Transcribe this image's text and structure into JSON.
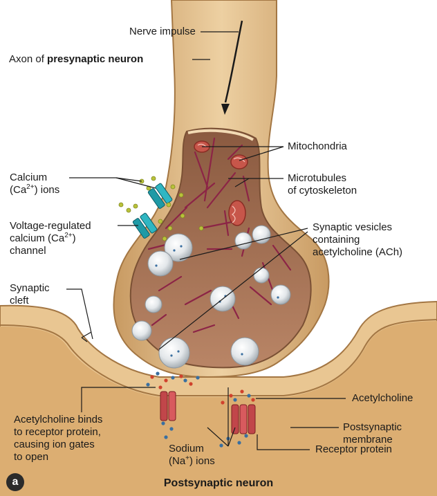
{
  "panel_letter": "a",
  "labels": {
    "nerve_impulse": "Nerve impulse",
    "axon_prefix": "Axon of ",
    "axon_bold": "presynaptic neuron",
    "mitochondria": "Mitochondria",
    "microtubules_1": "Microtubules",
    "microtubules_2": "of cytoskeleton",
    "calcium_1": "Calcium",
    "calcium_2a": "(Ca",
    "calcium_2sup": "2+",
    "calcium_2b": ") ions",
    "vrc_1": "Voltage-regulated",
    "vrc_2a": "calcium (Ca",
    "vrc_2sup": "2+",
    "vrc_2b": ")",
    "vrc_3": "channel",
    "vesicles_1": "Synaptic vesicles",
    "vesicles_2": "containing",
    "vesicles_3": "acetylcholine (ACh)",
    "cleft_1": "Synaptic",
    "cleft_2": "cleft",
    "acetylcholine": "Acetylcholine",
    "binds_1": "Acetylcholine binds",
    "binds_2": "to receptor protein,",
    "binds_3": "causing ion gates",
    "binds_4": "to open",
    "sodium_1": "Sodium",
    "sodium_2a": "(Na",
    "sodium_2sup": "+",
    "sodium_2b": ") ions",
    "postsyn_1": "Postsynaptic",
    "postsyn_2": "membrane",
    "receptor": "Receptor protein",
    "postsynaptic_neuron": "Postsynaptic neuron"
  },
  "colors": {
    "membrane": "#e2bd8a",
    "membrane_dark": "#b98a52",
    "cytoplasm": "#a9755a",
    "microtubule": "#8c2446",
    "mitochondria": "#c7564a",
    "channel": "#1f9aa6",
    "receptor": "#c1464a",
    "calcium_ion": "#b9c23a",
    "ach": "#d0412c",
    "sodium_ion": "#3a6fa0"
  }
}
